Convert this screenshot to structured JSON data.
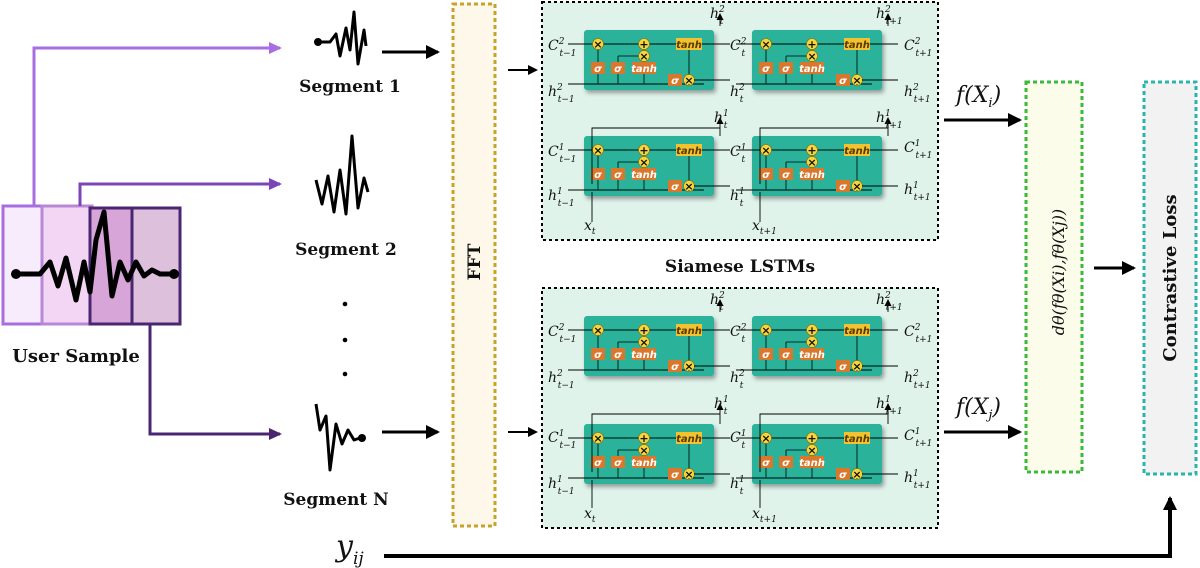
{
  "labels": {
    "user_sample": "User Sample",
    "segment_1": "Segment 1",
    "segment_2": "Segment 2",
    "segment_n": "Segment N",
    "fft": "FFT",
    "siamese": "Siamese LSTMs",
    "contrastive": "Contrastive Loss",
    "f_xi": "f(X",
    "f_xi_sub": "i",
    "f_xj": "f(X",
    "f_xj_sub": "j",
    "y_ij": "y",
    "y_ij_sub": "ij",
    "distance": "dθ(fθ(Xi),fθ(Xj))",
    "dots": "·"
  },
  "gates": {
    "sigma": "σ",
    "tanh": "tanh",
    "mult": "×",
    "plus": "+"
  },
  "cell_labels": {
    "c2_prev": "C",
    "c2_prev_sup": "2",
    "c2_prev_sub": "t−1",
    "h2_prev": "h",
    "h2_prev_sup": "2",
    "h2_prev_sub": "t−1",
    "c1_prev": "C",
    "c1_prev_sup": "1",
    "c1_prev_sub": "t−1",
    "h1_prev": "h",
    "h1_prev_sup": "1",
    "h1_prev_sub": "t−1",
    "c2_t": "C",
    "c2_t_sup": "2",
    "c2_t_sub": "t",
    "h2_t": "h",
    "h2_t_sup": "2",
    "h2_t_sub": "t",
    "c1_t": "C",
    "c1_t_sup": "1",
    "c1_t_sub": "t",
    "h1_t": "h",
    "h1_t_sup": "1",
    "h1_t_sub": "t",
    "c2_next": "C",
    "c2_next_sup": "2",
    "c2_next_sub": "t+1",
    "h2_next": "h",
    "h2_next_sup": "2",
    "h2_next_sub": "t+1",
    "c1_next": "C",
    "c1_next_sup": "1",
    "c1_next_sub": "t+1",
    "h1_next": "h",
    "h1_next_sup": "1",
    "h1_next_sub": "t+1",
    "x_t": "x",
    "x_t_sub": "t",
    "x_next": "x",
    "x_next_sub": "t+1"
  },
  "colors": {
    "purple_light": "#a86ee0",
    "purple_mid": "#7b45b8",
    "purple_dark": "#4a2670",
    "fft_border": "#c9a227",
    "fft_fill": "#fdf8ea",
    "lstm_panel": "#dff3ea",
    "cell_fill": "#2bb39a",
    "sigma_gate": "#d9772c",
    "tanh_gate": "#f2c230",
    "op_circle": "#f5d640",
    "dist_border": "#3cb83c",
    "dist_fill": "#fbfcea",
    "loss_border": "#2bb3ad",
    "loss_fill": "#f2f2f2"
  }
}
